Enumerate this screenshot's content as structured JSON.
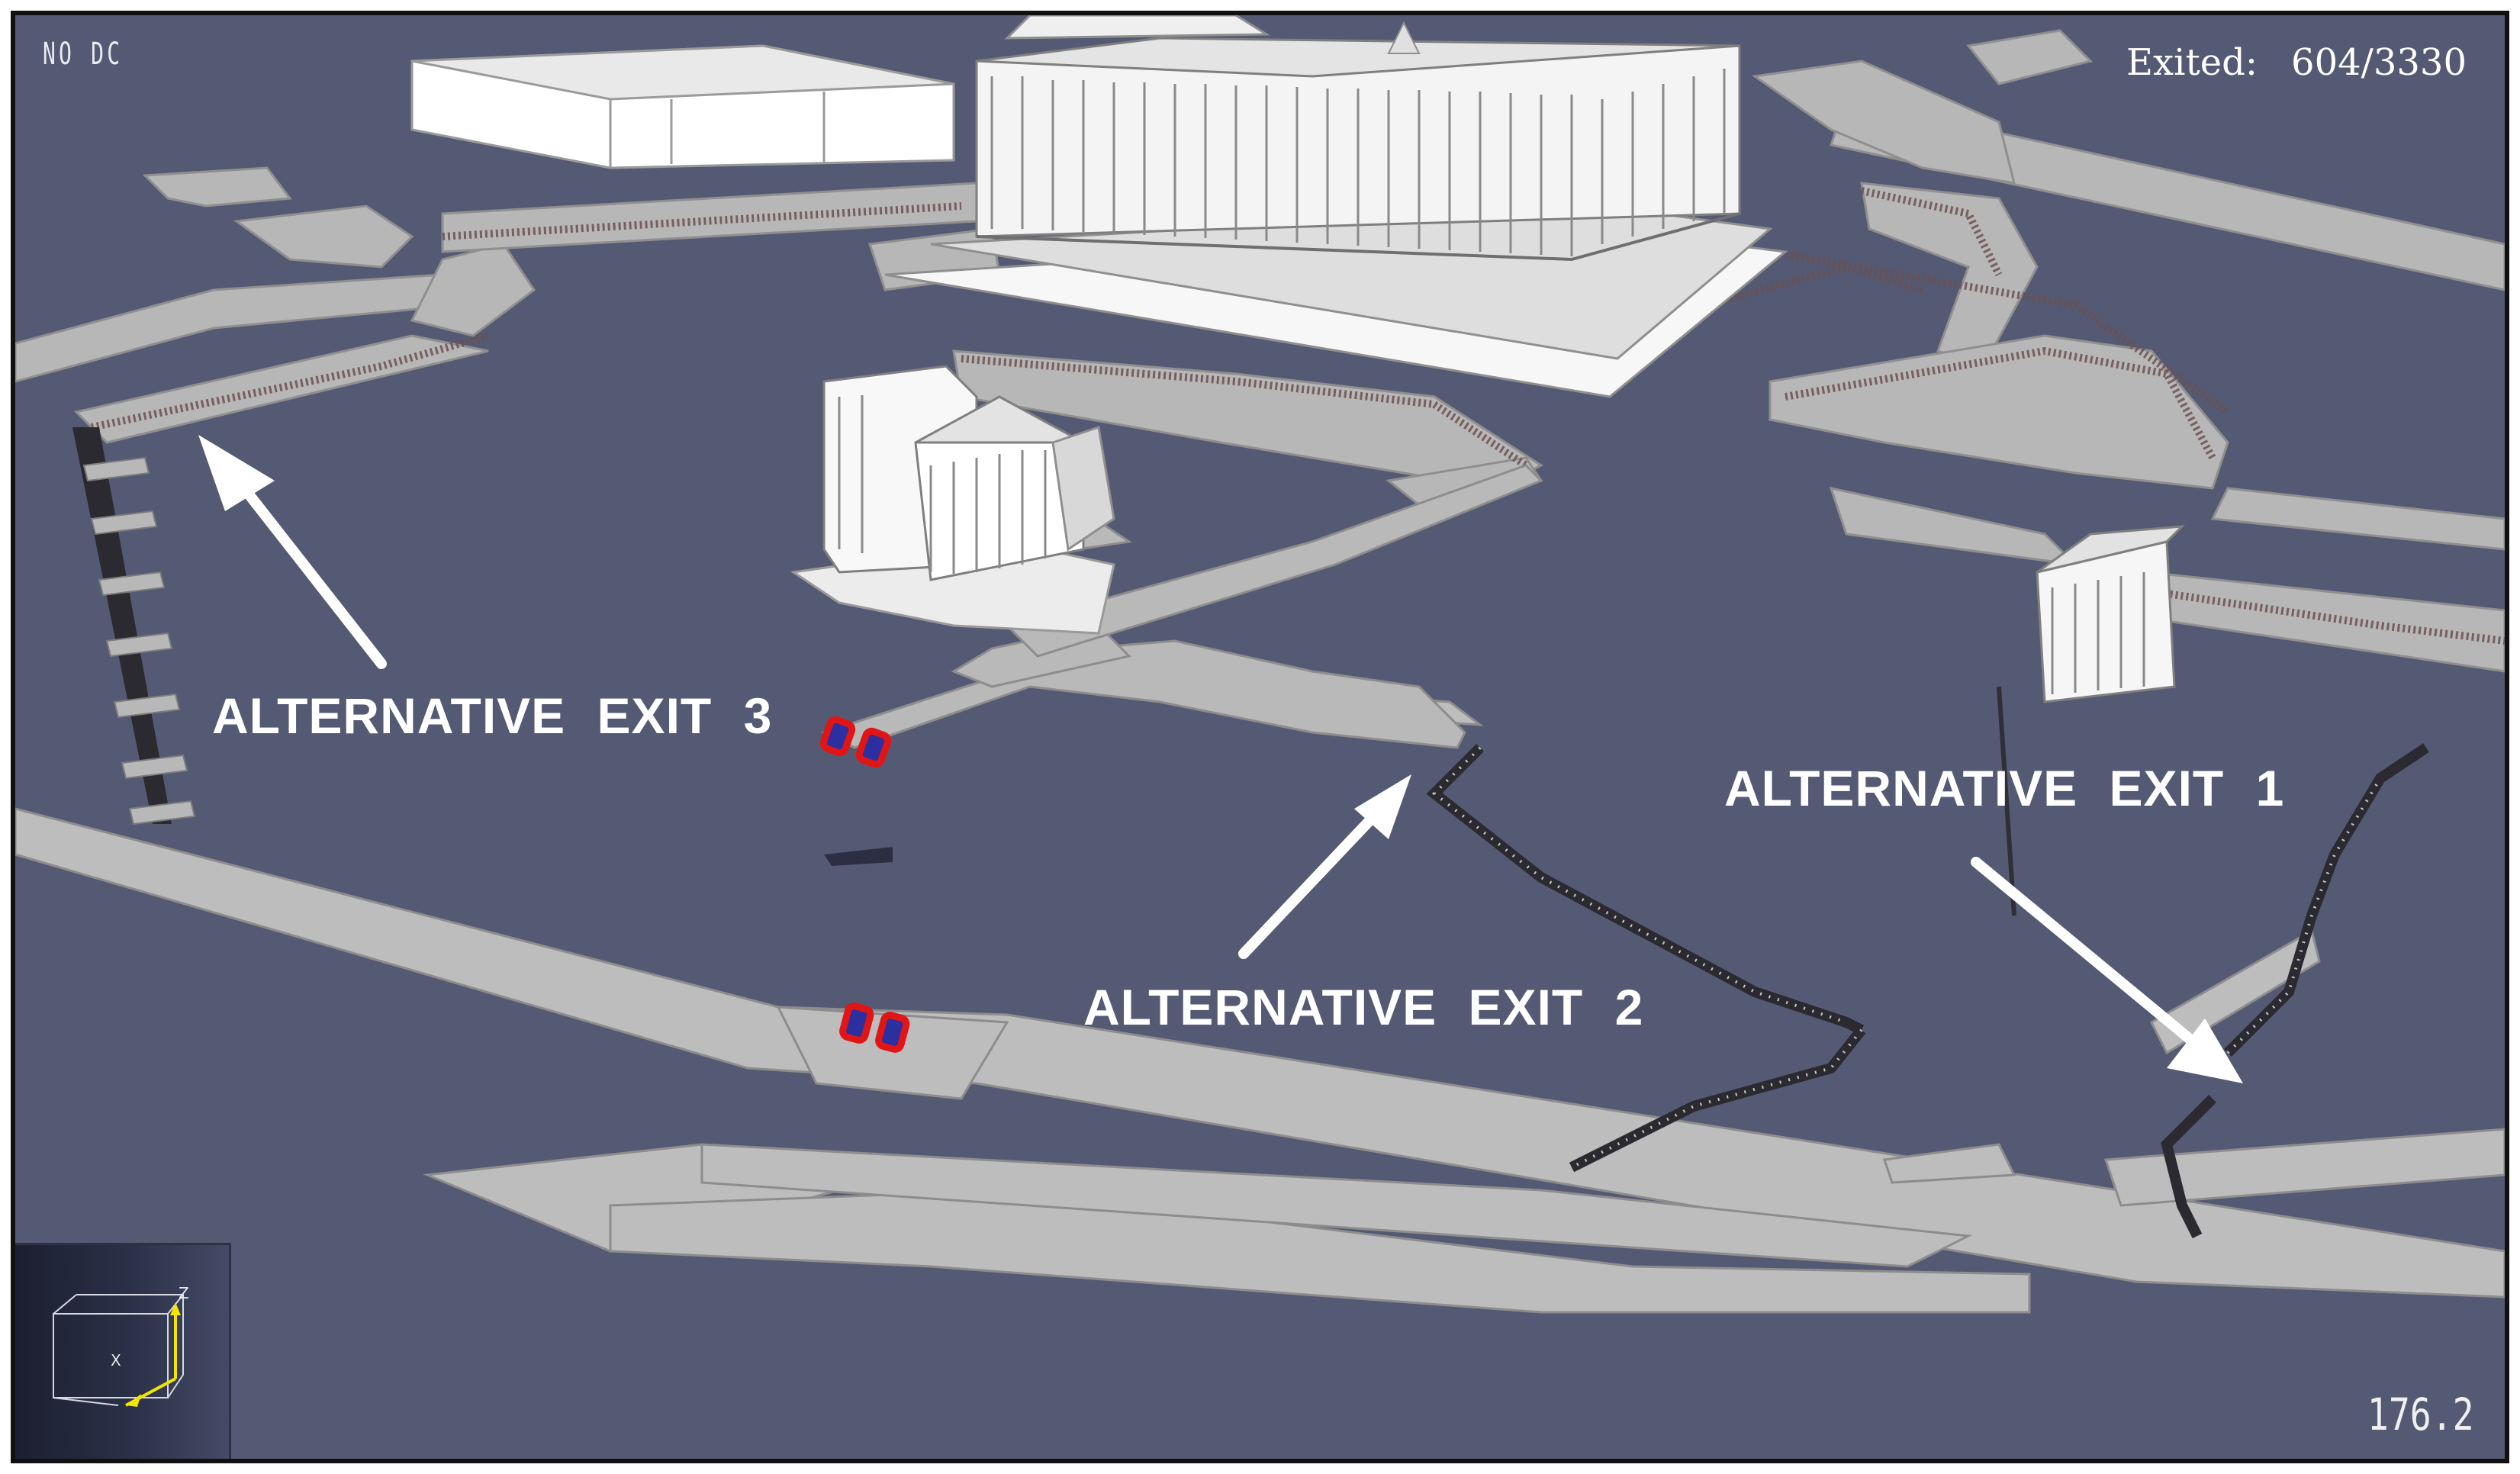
{
  "hud": {
    "mode_label": "NO DC",
    "exited_label": "Exited:",
    "exited_count": "604/3330",
    "sim_time": "176.2"
  },
  "exits": [
    {
      "label": "ALTERNATIVE EXIT 3"
    },
    {
      "label": "ALTERNATIVE EXIT 2"
    },
    {
      "label": "ALTERNATIVE EXIT 1"
    }
  ],
  "axis_gizmo": {
    "z_label": "Z",
    "x_label": "X"
  },
  "colors": {
    "background": "#545a73",
    "walkway": "#b9b9b9",
    "building": "#ffffff",
    "arrow": "#ffffff",
    "exit_marker": "#e01515",
    "axis_z": "#f2e600"
  },
  "icons": {
    "exit_arrow": "arrow-icon",
    "exit_marker": "exit-marker-icon",
    "axis": "axis-gizmo-icon"
  }
}
